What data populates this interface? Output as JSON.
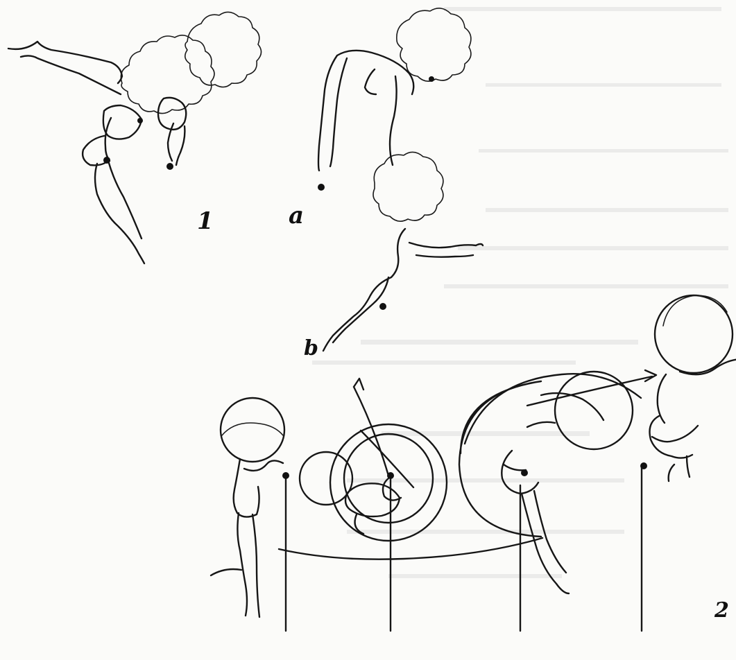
{
  "figure": {
    "labels": {
      "fig1": "1",
      "pose_a": "a",
      "pose_b": "b",
      "fig2": "2"
    },
    "colors": {
      "ink": "#161616",
      "paper": "#fbfbf9",
      "bleed": "#cfcfcf"
    }
  }
}
